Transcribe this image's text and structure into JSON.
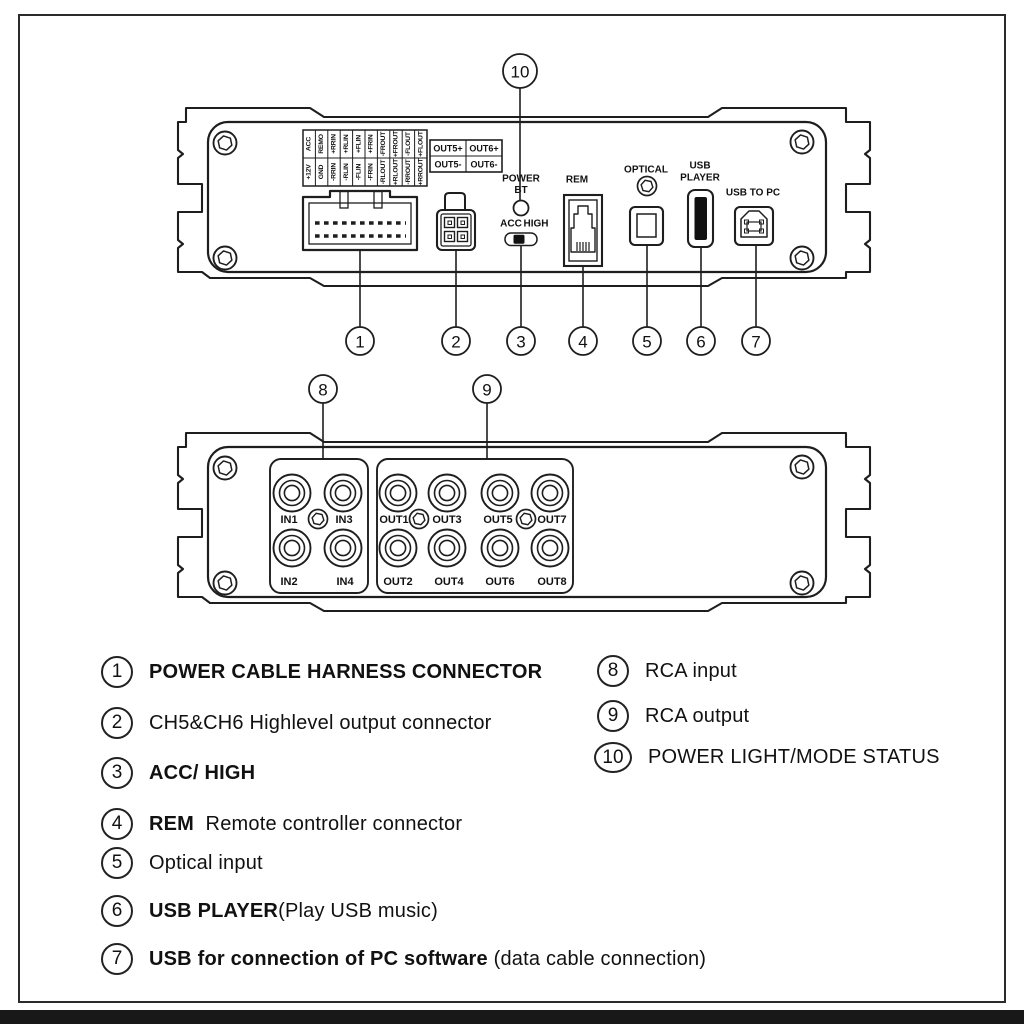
{
  "colors": {
    "line": "#1e1e1e",
    "text": "#111111",
    "background": "#ffffff"
  },
  "panel_top": {
    "harness_table": {
      "top": [
        "ACC",
        "REMO",
        "+RRIN",
        "+RLIN",
        "+FLIN",
        "+FRIN",
        "-FROUT",
        "+FROUT",
        "-FLOUT",
        "+FLOUT"
      ],
      "bottom": [
        "+12V",
        "GND",
        "-RRIN",
        "-RLIN",
        "-FLIN",
        "-FRIN",
        "-RLOUT",
        "+RLOUT",
        "-RROUT",
        "+RROUT"
      ]
    },
    "highlevel_table": {
      "r1c1": "OUT5+",
      "r1c2": "OUT6+",
      "r2c1": "OUT5-",
      "r2c2": "OUT6-"
    },
    "power_bt_label_1": "POWER",
    "power_bt_label_2": "BT",
    "switch_left": "ACC",
    "switch_right": "HIGH",
    "rem_label": "REM",
    "optical_label": "OPTICAL",
    "usb_player_label_1": "USB",
    "usb_player_label_2": "PLAYER",
    "usb_to_pc_label": "USB TO PC"
  },
  "panel_bottom": {
    "in_row1": [
      "IN1",
      "IN3"
    ],
    "in_row2": [
      "IN2",
      "IN4"
    ],
    "out_row1": [
      "OUT1",
      "OUT3",
      "OUT5",
      "OUT7"
    ],
    "out_row2": [
      "OUT2",
      "OUT4",
      "OUT6",
      "OUT8"
    ]
  },
  "callouts": {
    "c1": "1",
    "c2": "2",
    "c3": "3",
    "c4": "4",
    "c5": "5",
    "c6": "6",
    "c7": "7",
    "c8": "8",
    "c9": "9",
    "c10": "10"
  },
  "legend": {
    "left": [
      {
        "num": "1",
        "bold": "POWER CABLE HARNESS CONNECTOR",
        "normal": ""
      },
      {
        "num": "2",
        "bold": "",
        "normal": "CH5&CH6 Highlevel output connector"
      },
      {
        "num": "3",
        "bold": "ACC/ HIGH",
        "normal": ""
      },
      {
        "num": "4",
        "bold": "REM",
        "normal": "  Remote controller connector"
      },
      {
        "num": "5",
        "bold": "",
        "normal": "Optical input"
      },
      {
        "num": "6",
        "bold": "USB PLAYER",
        "normal": "(Play USB music)"
      },
      {
        "num": "7",
        "bold": "USB for connection of PC software",
        "normal": " (data cable connection)"
      }
    ],
    "right": [
      {
        "num": "8",
        "normal": "RCA input"
      },
      {
        "num": "9",
        "normal": "RCA output"
      },
      {
        "num": "10",
        "normal": "POWER LIGHT/MODE STATUS"
      }
    ]
  }
}
